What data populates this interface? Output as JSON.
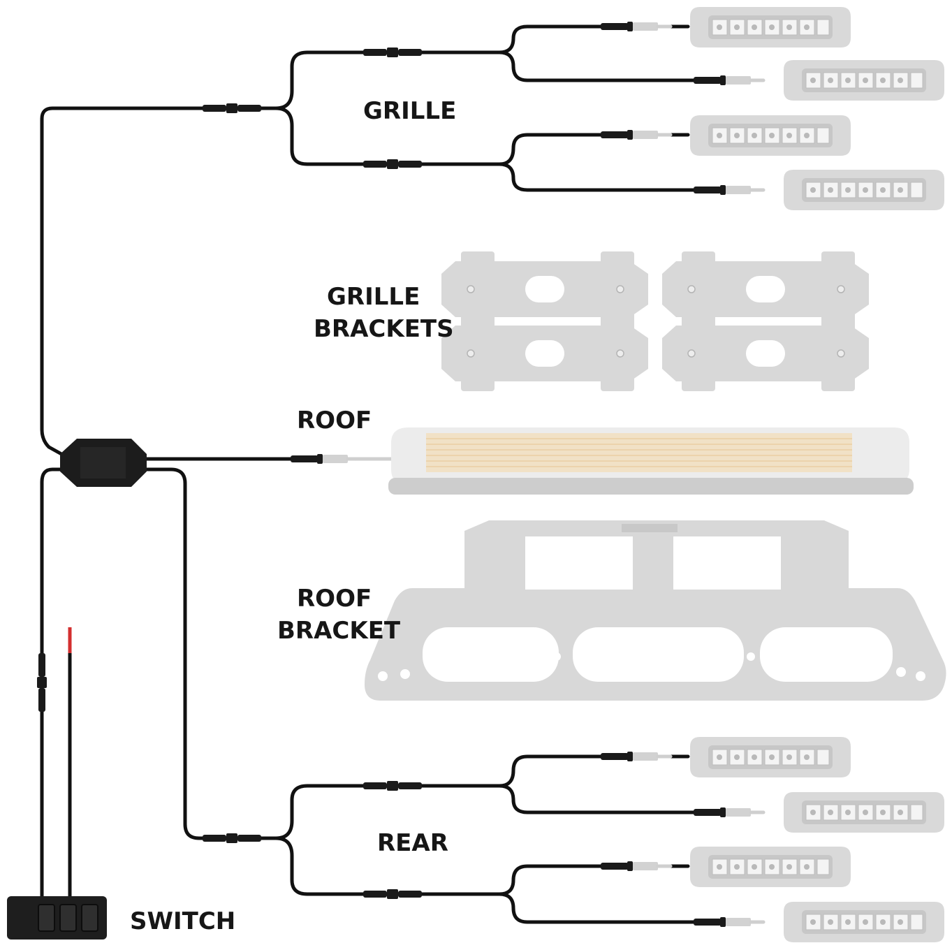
{
  "labels": {
    "grille": "GRILLE",
    "grille_brackets_line1": "GRILLE",
    "grille_brackets_line2": "BRACKETS",
    "roof": "ROOF",
    "roof_bracket_line1": "ROOF",
    "roof_bracket_line2": "BRACKET",
    "rear": "REAR",
    "switch": "SWITCH"
  },
  "colors": {
    "wire": "#111111",
    "power_wire": "#d32f2f",
    "component_grey": "#d8d8d8",
    "light_glow": "#f5d9a8"
  },
  "components": {
    "grille_lights": 4,
    "grille_brackets": 4,
    "roof_light_bars": 1,
    "roof_brackets": 1,
    "rear_lights": 4,
    "switch_buttons": 3
  }
}
